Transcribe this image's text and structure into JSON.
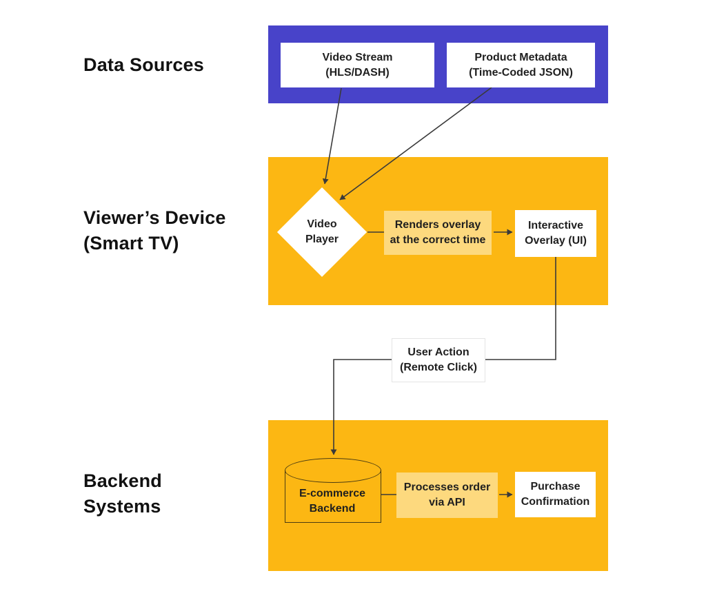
{
  "colors": {
    "blue_section": "#4843C9",
    "orange_section": "#FCB713",
    "highlight_box": "#FDD97E",
    "node_text": "#1F1F1F",
    "line": "#3A3A3A",
    "cylinder_stroke": "#4A3C12",
    "user_action_border": "#E4E4E4"
  },
  "labels": {
    "data_sources": "Data Sources",
    "viewers_device": "Viewer’s Device\n(Smart TV)",
    "backend_systems": "Backend\nSystems"
  },
  "nodes": {
    "video_stream": "Video Stream\n(HLS/DASH)",
    "product_metadata": "Product Metadata\n(Time-Coded JSON)",
    "video_player": "Video\nPlayer",
    "renders_overlay": "Renders overlay\nat the correct time",
    "interactive_overlay": "Interactive\nOverlay (UI)",
    "user_action": "User Action\n(Remote Click)",
    "ecommerce_backend": "E-commerce\nBackend",
    "processes_order": "Processes order\nvia API",
    "purchase_confirmation": "Purchase\nConfirmation"
  }
}
